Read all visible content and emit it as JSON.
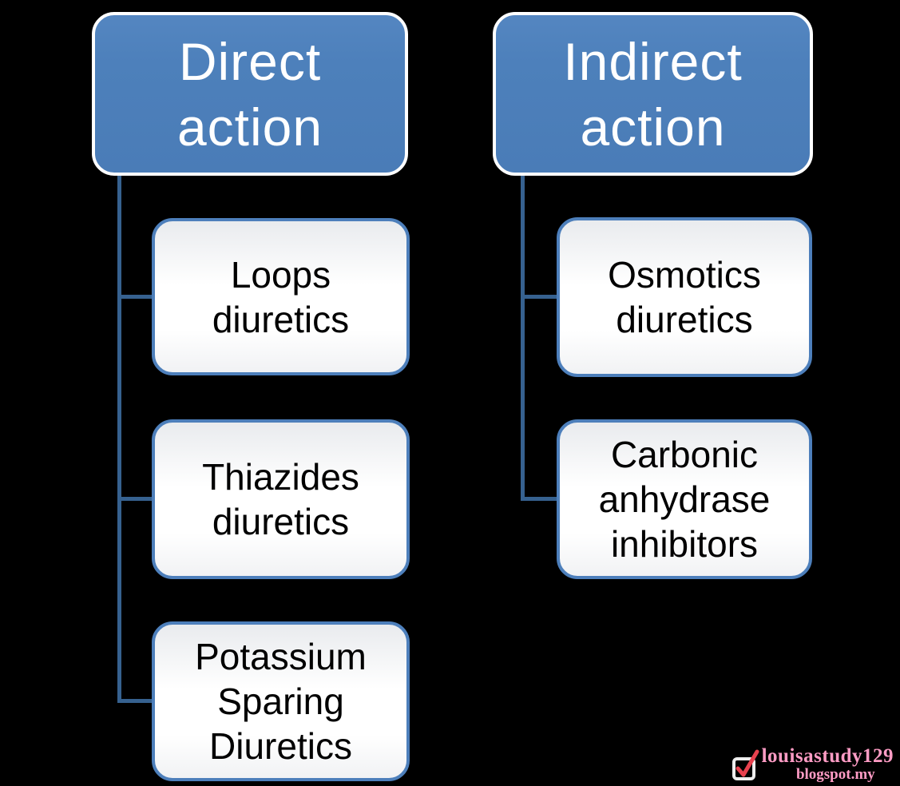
{
  "diagram": {
    "type": "hierarchy",
    "columns": [
      {
        "parent": {
          "label": "Direct\naction"
        },
        "children": [
          {
            "label": "Loops\ndiuretics"
          },
          {
            "label": "Thiazides\ndiuretics"
          },
          {
            "label": "Potassium\nSparing\nDiuretics"
          }
        ]
      },
      {
        "parent": {
          "label": "Indirect\naction"
        },
        "children": [
          {
            "label": "Osmotics\ndiuretics"
          },
          {
            "label": "Carbonic\nanhydrase\ninhibitors"
          }
        ]
      }
    ],
    "colors": {
      "background": "#000000",
      "parent_fill": "#4d80bb",
      "parent_border": "#ffffff",
      "parent_text": "#ffffff",
      "child_fill_top": "#e9ebee",
      "child_border": "#4d7fbb",
      "child_text": "#000000",
      "connector": "#36618f"
    }
  },
  "watermark": {
    "site_name": "louisastudy129",
    "site_domain": "blogspot.my",
    "color": "#ff9cc5",
    "check_color": "#e8414e",
    "box_color": "#ededed"
  }
}
